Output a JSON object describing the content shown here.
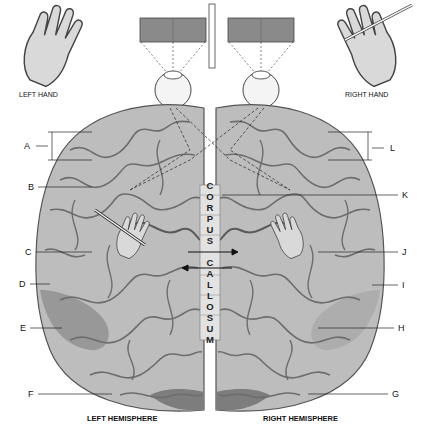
{
  "diagram": {
    "labels": [
      "LEFT HAND",
      "RIGHT HAND",
      "A",
      "B",
      "C",
      "D",
      "E",
      "F",
      "G",
      "H",
      "I",
      "J",
      "K",
      "L",
      "LEFT HEMISPHERE",
      "RIGHT HEMISPHERE",
      "CORPUS CALLOSUM"
    ]
  }
}
